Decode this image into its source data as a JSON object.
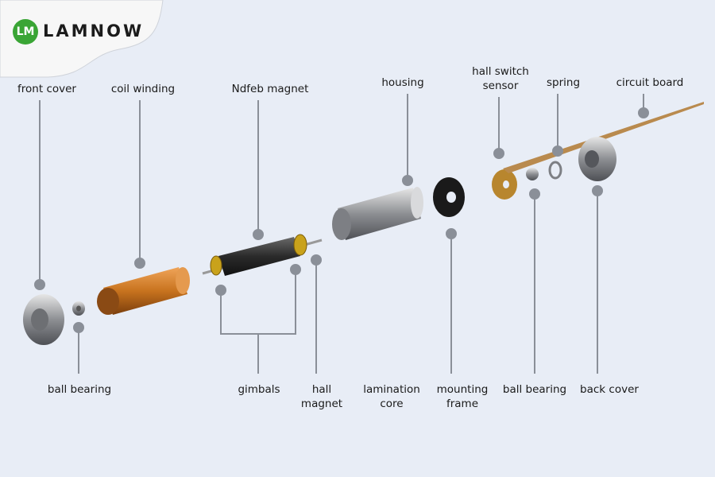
{
  "logo": {
    "mark": "LM",
    "name": "LAMNOW",
    "color": "#3aa535"
  },
  "labels": {
    "front_cover": "front cover",
    "coil_winding": "coil winding",
    "ndfeb_magnet": "Ndfeb magnet",
    "housing": "housing",
    "hall_switch_sensor": [
      "hall switch",
      "sensor"
    ],
    "spring": "spring",
    "circuit_board": "circuit board",
    "ball_bearing_left": "ball bearing",
    "gimbals": "gimbals",
    "hall_magnet": [
      "hall",
      "magnet"
    ],
    "lamination_core": [
      "lamination",
      "core"
    ],
    "mounting_frame": [
      "mounting",
      "frame"
    ],
    "ball_bearing_right": "ball bearing",
    "back_cover": "back cover"
  },
  "colors": {
    "background": "#e8edf6",
    "leader": "#8a8f98",
    "copper": "#c8731e",
    "board": "#b98a4e"
  }
}
